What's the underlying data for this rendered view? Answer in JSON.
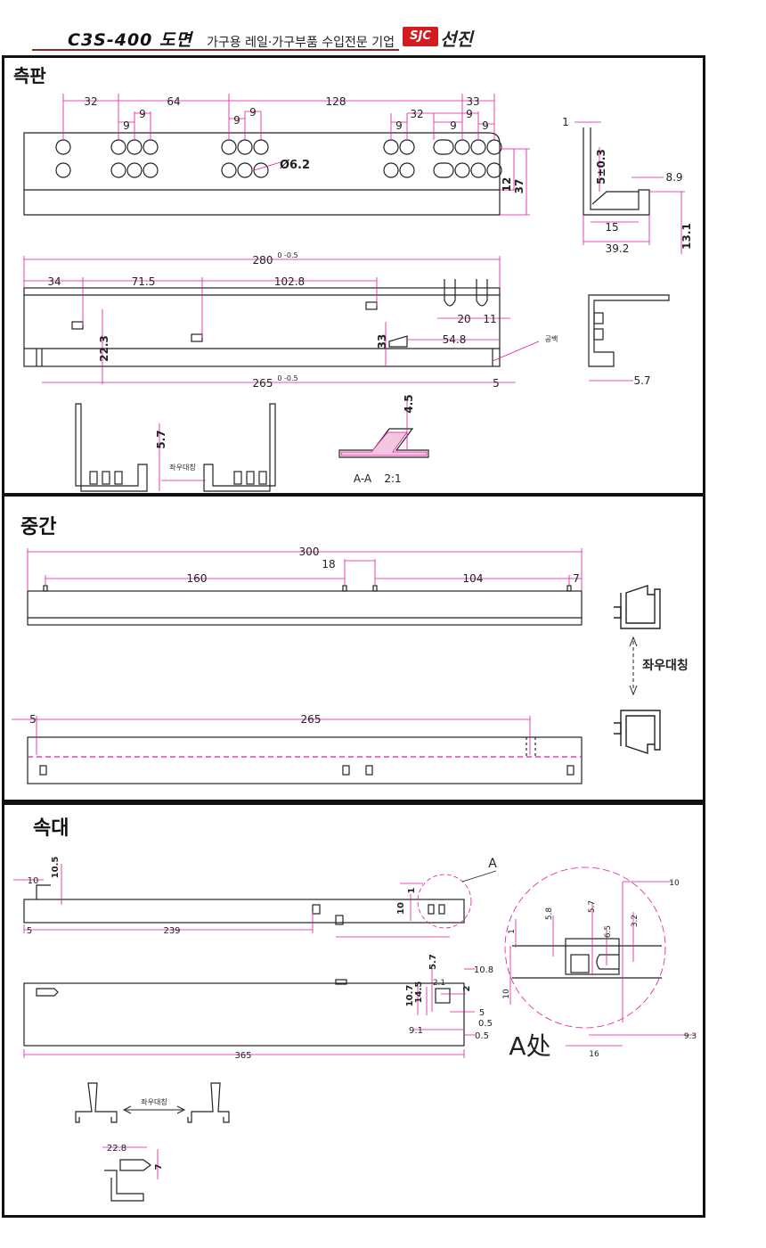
{
  "header": {
    "model_title": "C3S-400 도면",
    "subtitle": "가구용 레일·가구부품 수입전문 기업",
    "logo_mark": "SJC",
    "logo_name": "선진"
  },
  "colors": {
    "dimension": "#e0189a",
    "outline": "#222222",
    "panel_border": "#111111",
    "logo_red": "#d41b22"
  },
  "panels": [
    {
      "label": "측판",
      "top_view_dims": {
        "d1": "32",
        "d2": "64",
        "d3": "128",
        "d4": "33",
        "d5": "9",
        "d6": "9",
        "d7": "9",
        "d8": "9",
        "d9": "9",
        "d10": "32",
        "d11": "9",
        "d12": "9",
        "d13": "9",
        "hole": "Ø6.2",
        "h1": "12",
        "h2": "37"
      },
      "side_view_dims": {
        "len": "280",
        "len_tol": "0 -0.5",
        "a": "34",
        "b": "71.5",
        "c": "102.8",
        "d": "20",
        "e": "11",
        "f": "22.3",
        "g": "33",
        "h": "54.8",
        "bottom": "265",
        "bottom_tol": "0 -0.5",
        "end": "5",
        "note": "공백"
      },
      "profile_dims": {
        "p1": "1",
        "p2": "5±0.3",
        "p3": "8.9",
        "p4": "15",
        "p5": "39.2",
        "p6": "13.1",
        "p7": "5.7"
      },
      "bottom_dims": {
        "q1": "5.7",
        "sym": "좌우대칭",
        "r1": "4.5",
        "section": "A-A",
        "scale": "2:1"
      }
    },
    {
      "label": "중간",
      "dims": {
        "total": "300",
        "a": "160",
        "b": "18",
        "c": "104",
        "d": "7",
        "e": "5",
        "f": "265"
      },
      "sym": "좌우대칭"
    },
    {
      "label": "속대",
      "dims": {
        "a": "10.5",
        "b": "10",
        "c": "1",
        "d": "10",
        "e": "5",
        "f": "239",
        "g": "5.7",
        "h": "10.8",
        "i": "10.7",
        "j": "14.5",
        "k": "2.1",
        "l": "2",
        "m": "5",
        "n": "9.1",
        "o": "0.5",
        "p": "0.5",
        "q": "365",
        "r": "22.8",
        "s": "7"
      },
      "detail": {
        "callout": "A",
        "label": "A处",
        "a": "10",
        "b": "5.7",
        "c": "1",
        "d": "6.5",
        "e": "3.2",
        "f": "10",
        "g": "16",
        "h": "9.3",
        "i": "5.8"
      },
      "sym": "좌우대칭"
    }
  ]
}
